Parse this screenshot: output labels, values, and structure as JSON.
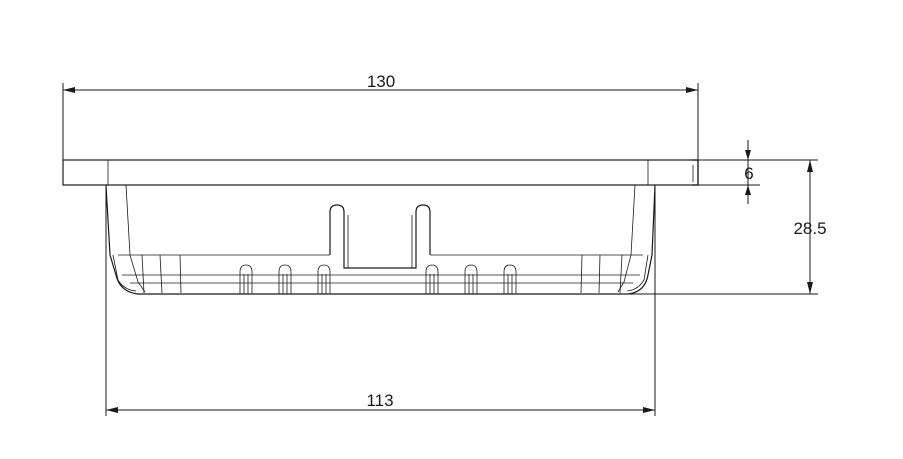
{
  "drawing": {
    "dimensions": {
      "overall_width": "130",
      "bottom_width": "113",
      "flange_thickness": "6",
      "total_height": "28.5"
    },
    "colors": {
      "line": "#1a1a1a",
      "background": "#ffffff"
    }
  }
}
